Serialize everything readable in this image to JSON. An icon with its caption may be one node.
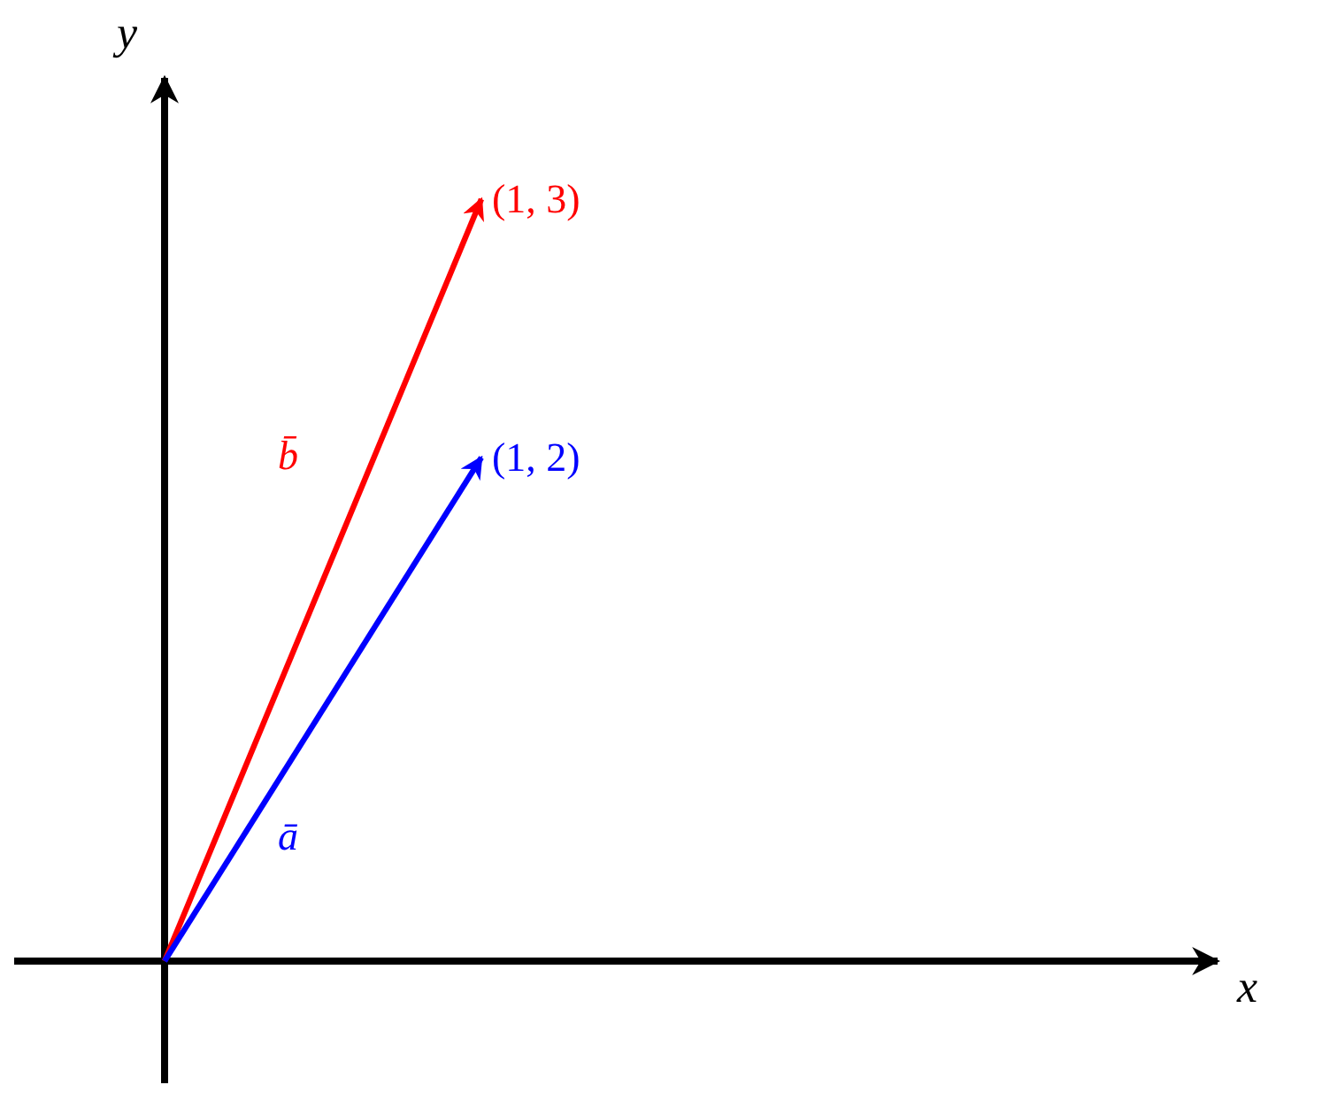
{
  "diagram": {
    "nodes": [
      {
        "text": [
          "(1, 3)"
        ]
      },
      {
        "text": [
          "(1, 2)"
        ]
      }
    ],
    "edges": [
      {
        "from": null,
        "to": 0,
        "arrow": "to",
        "label": "b̄",
        "color": "#ff0000"
      },
      {
        "from": null,
        "to": 1,
        "arrow": "to",
        "label": "ā",
        "color": "#0000ff"
      }
    ],
    "labels": [
      "y",
      "x"
    ]
  }
}
